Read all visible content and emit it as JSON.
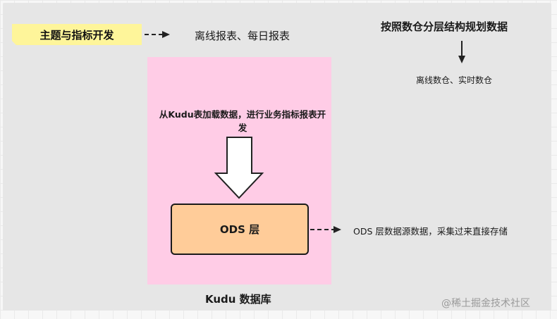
{
  "theme_box": {
    "label": "主题与指标开发"
  },
  "report_text": "离线报表、每日报表",
  "plan_title": "按照数仓分层结构规划数据",
  "plan_sub": "离线数仓、实时数仓",
  "load_text": "从Kudu表加载数据，进行业务指标报表开发",
  "ods_box": {
    "label": "ODS 层"
  },
  "ods_desc": "ODS 层数据源数据，采集过来直接存储",
  "kudu_label": "Kudu 数据库",
  "watermark": "@稀土掘金技术社区",
  "colors": {
    "note": "#fef59a",
    "pink": "#ffcce6",
    "ods": "#ffcc99",
    "panel": "#e6e6e6"
  },
  "icons": [
    "dashed-arrow",
    "down-arrow",
    "block-down-arrow"
  ]
}
